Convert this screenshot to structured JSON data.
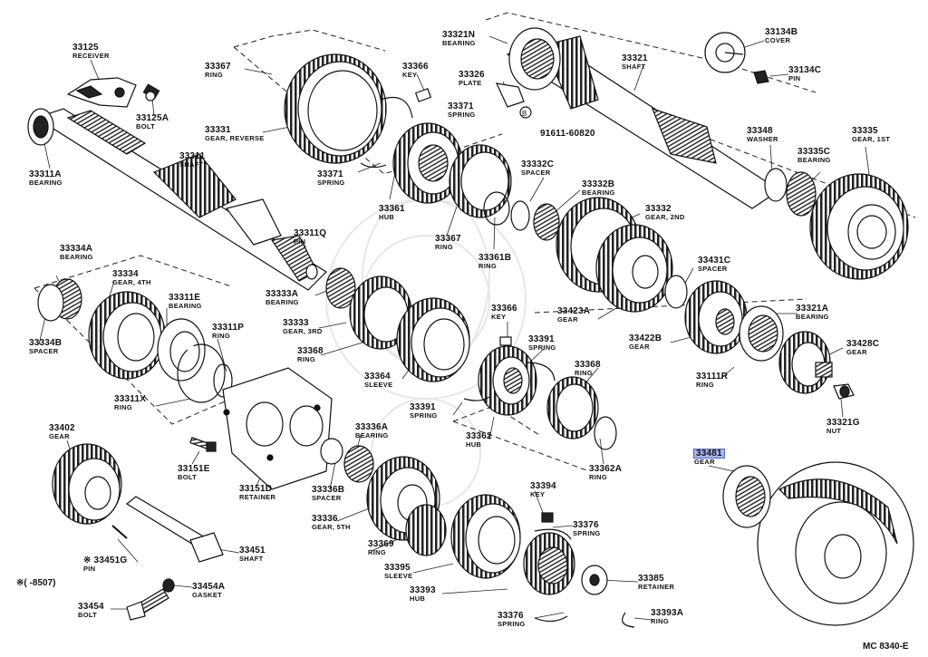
{
  "parts": [
    {
      "number": "33125",
      "desc": "RECEIVER"
    },
    {
      "number": "33125A",
      "desc": "BOLT"
    },
    {
      "number": "33311A",
      "desc": "BEARING"
    },
    {
      "number": "33311",
      "desc": "SHAFT"
    },
    {
      "number": "33367",
      "desc": "RING"
    },
    {
      "number": "33331",
      "desc": "GEAR, REVERSE"
    },
    {
      "number": "33366",
      "desc": "KEY"
    },
    {
      "number": "33371",
      "desc": "SPRING"
    },
    {
      "number": "33371",
      "desc": "SPRING"
    },
    {
      "number": "33326",
      "desc": "PLATE"
    },
    {
      "number": "91611-60820",
      "desc": ""
    },
    {
      "number": "33321N",
      "desc": "BEARING"
    },
    {
      "number": "33321",
      "desc": "SHAFT"
    },
    {
      "number": "33134B",
      "desc": "COVER"
    },
    {
      "number": "33134C",
      "desc": "PIN"
    },
    {
      "number": "33348",
      "desc": "WASHER"
    },
    {
      "number": "33335C",
      "desc": "BEARING"
    },
    {
      "number": "33335",
      "desc": "GEAR, 1ST"
    },
    {
      "number": "33361",
      "desc": "HUB"
    },
    {
      "number": "33367",
      "desc": "RING"
    },
    {
      "number": "33361B",
      "desc": "RING"
    },
    {
      "number": "33332C",
      "desc": "SPACER"
    },
    {
      "number": "33332B",
      "desc": "BEARING"
    },
    {
      "number": "33332",
      "desc": "GEAR, 2ND"
    },
    {
      "number": "33311Q",
      "desc": "PIN"
    },
    {
      "number": "33334A",
      "desc": "BEARING"
    },
    {
      "number": "33334",
      "desc": "GEAR, 4TH"
    },
    {
      "number": "33311E",
      "desc": "BEARING"
    },
    {
      "number": "33311P",
      "desc": "RING"
    },
    {
      "number": "33334B",
      "desc": "SPACER"
    },
    {
      "number": "33333A",
      "desc": "BEARING"
    },
    {
      "number": "33333",
      "desc": "GEAR, 3RD"
    },
    {
      "number": "33368",
      "desc": "RING"
    },
    {
      "number": "33364",
      "desc": "SLEEVE"
    },
    {
      "number": "33366",
      "desc": "KEY"
    },
    {
      "number": "33391",
      "desc": "SPRING"
    },
    {
      "number": "33368",
      "desc": "RING"
    },
    {
      "number": "33431C",
      "desc": "SPACER"
    },
    {
      "number": "33423A",
      "desc": "GEAR"
    },
    {
      "number": "33321A",
      "desc": "BEARING"
    },
    {
      "number": "33422B",
      "desc": "GEAR"
    },
    {
      "number": "33428C",
      "desc": "GEAR"
    },
    {
      "number": "33111R",
      "desc": "RING"
    },
    {
      "number": "33311X",
      "desc": "RING"
    },
    {
      "number": "33391",
      "desc": "SPRING"
    },
    {
      "number": "33362",
      "desc": "HUB"
    },
    {
      "number": "33362A",
      "desc": "RING"
    },
    {
      "number": "33321G",
      "desc": "NUT"
    },
    {
      "number": "33402",
      "desc": "GEAR"
    },
    {
      "number": "33151E",
      "desc": "BOLT"
    },
    {
      "number": "33151D",
      "desc": "RETAINER"
    },
    {
      "number": "33336A",
      "desc": "BEARING"
    },
    {
      "number": "33336B",
      "desc": "SPACER"
    },
    {
      "number": "33481",
      "desc": "GEAR"
    },
    {
      "number": "33394",
      "desc": "KEY"
    },
    {
      "number": "33336",
      "desc": "GEAR, 5TH"
    },
    {
      "number": "33376",
      "desc": "SPRING"
    },
    {
      "number": "33369",
      "desc": "RING"
    },
    {
      "number": "33451",
      "desc": "SHAFT"
    },
    {
      "number": "※ 33451G",
      "desc": "PIN"
    },
    {
      "number": "33395",
      "desc": "SLEEVE"
    },
    {
      "number": "33385",
      "desc": "RETAINER"
    },
    {
      "number": "33454A",
      "desc": "GASKET"
    },
    {
      "number": "33393",
      "desc": "HUB"
    },
    {
      "number": "33454",
      "desc": "BOLT"
    },
    {
      "number": "33376",
      "desc": "SPRING"
    },
    {
      "number": "33393A",
      "desc": "RING"
    }
  ],
  "footnote": "※(    -8507)",
  "drawing_code": "MC 8340-E",
  "highlight_color": "#a9b6ea"
}
